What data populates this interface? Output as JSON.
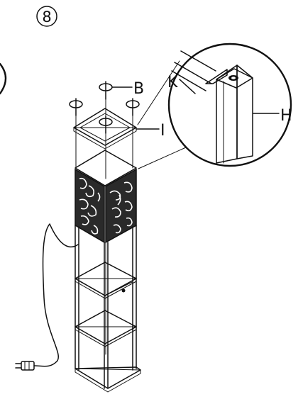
{
  "step": {
    "number": "8"
  },
  "labels": {
    "bolt": "B",
    "top_frame": "I",
    "detail_connector": "K",
    "detail_post": "H"
  },
  "colors": {
    "ink": "#111111",
    "paper": "#ffffff",
    "panel": "#2a2a2a"
  }
}
